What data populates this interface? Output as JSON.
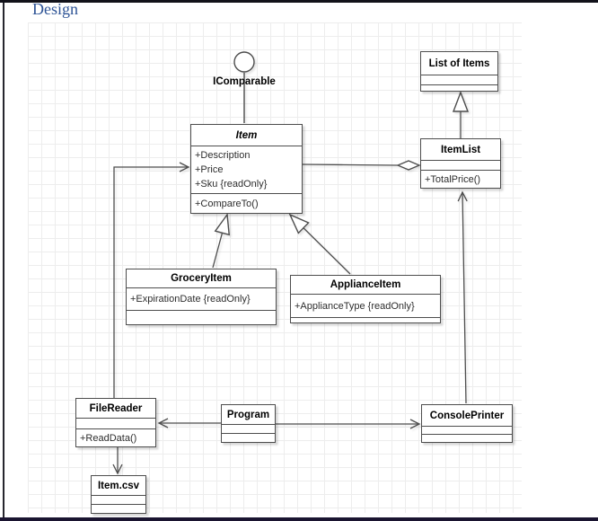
{
  "page": {
    "title": "Design"
  },
  "colors": {
    "heading": "#2e5496",
    "stroke": "#4d4d4d",
    "shape_fill": "#ffffff",
    "grid_line": "#ededed"
  },
  "diagram": {
    "interface": {
      "name": "IComparable",
      "notation": "lollipop-circle"
    },
    "classes": {
      "item": {
        "name": "Item",
        "abstract": true,
        "attributes": [
          "+Description",
          "+Price",
          "+Sku {readOnly}"
        ],
        "methods": [
          "+CompareTo()"
        ]
      },
      "list_of_items": {
        "name": "List of Items",
        "attributes": [],
        "methods": []
      },
      "item_list": {
        "name": "ItemList",
        "attributes": [],
        "methods": [
          "+TotalPrice()"
        ]
      },
      "grocery_item": {
        "name": "GroceryItem",
        "attributes": [
          "+ExpirationDate {readOnly}"
        ],
        "methods": []
      },
      "appliance_item": {
        "name": "ApplianceItem",
        "attributes": [
          "+ApplianceType {readOnly}"
        ],
        "methods": []
      },
      "file_reader": {
        "name": "FileReader",
        "attributes": [],
        "methods": [
          "+ReadData()"
        ]
      },
      "program": {
        "name": "Program",
        "attributes": [],
        "methods": []
      },
      "console_printer": {
        "name": "ConsolePrinter",
        "attributes": [],
        "methods": []
      },
      "item_csv": {
        "name": "Item.csv",
        "attributes": [],
        "methods": []
      }
    },
    "relationships": [
      {
        "type": "realization",
        "from": "Item",
        "to": "IComparable",
        "notation": "lollipop"
      },
      {
        "type": "aggregation",
        "from": "ItemList",
        "to": "Item",
        "notation": "open-diamond"
      },
      {
        "type": "generalization",
        "from": "ItemList",
        "to": "List of Items"
      },
      {
        "type": "generalization",
        "from": "GroceryItem",
        "to": "Item"
      },
      {
        "type": "generalization",
        "from": "ApplianceItem",
        "to": "Item"
      },
      {
        "type": "association",
        "from": "FileReader",
        "to": "Item"
      },
      {
        "type": "association",
        "from": "ConsolePrinter",
        "to": "ItemList"
      },
      {
        "type": "association",
        "from": "FileReader",
        "to": "Item.csv"
      },
      {
        "type": "association",
        "from": "Program",
        "to": "FileReader"
      },
      {
        "type": "association",
        "from": "Program",
        "to": "ConsolePrinter"
      }
    ]
  }
}
